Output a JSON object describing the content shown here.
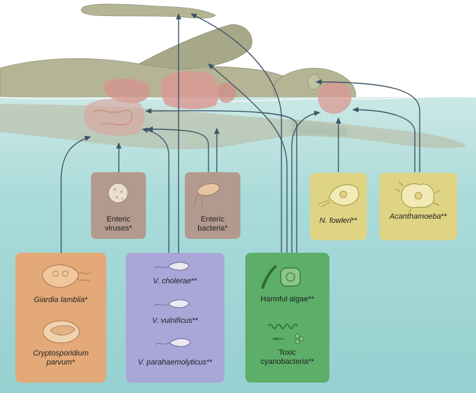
{
  "pathogen_groups": {
    "enteric_viruses": {
      "line1": "Enteric",
      "line2": "viruses*"
    },
    "enteric_bacteria": {
      "line1": "Enteric",
      "line2": "bacteria*"
    },
    "naegleria": {
      "label": "N. fowleri",
      "suffix": "**"
    },
    "acanthamoeba": {
      "label": "Acanthamoeba",
      "suffix": "**"
    },
    "protozoa": {
      "giardia": {
        "label": "Giardia lamblia",
        "suffix": "*"
      },
      "cryptosporidium": {
        "line1": "Cryptosporidium",
        "line2": "parvum",
        "suffix": "*"
      }
    },
    "vibrio": {
      "cholerae": {
        "label": "V. cholerae",
        "suffix": "**"
      },
      "vulnificus": {
        "label": "V. vulnificus",
        "suffix": "**"
      },
      "parahaemolyticus": {
        "label": "V. parahaemolyticus",
        "suffix": "**"
      }
    },
    "algae": {
      "harmful_algae": {
        "label": "Harmful algae**"
      },
      "cyanobacteria": {
        "line1": "Toxic",
        "line2": "cyanobacteria**"
      }
    }
  },
  "colors": {
    "sky": "#ffffff",
    "water_surface": "#c9e6e3",
    "water_deep": "#9fd5d5",
    "skin": "#b5b596",
    "skin_dark": "#8f9277",
    "organ": "#d99a94",
    "arrow": "#3e5567",
    "viruses_box": "#b39a8e",
    "bacteria_box": "#b39a8e",
    "amoeba_box": "#dfd483",
    "protozoa_box": "#e3a978",
    "vibrio_box": "#a9a6d8",
    "algae_box": "#5cae68"
  }
}
